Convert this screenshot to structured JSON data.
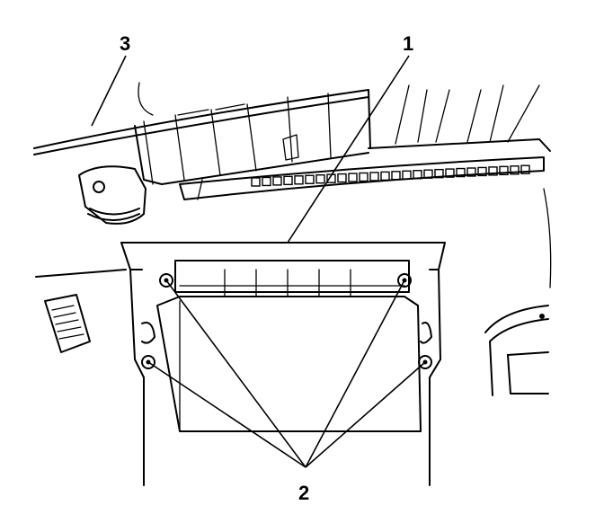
{
  "callouts": {
    "top_left": "3",
    "top_right": "1",
    "bottom": "2"
  }
}
